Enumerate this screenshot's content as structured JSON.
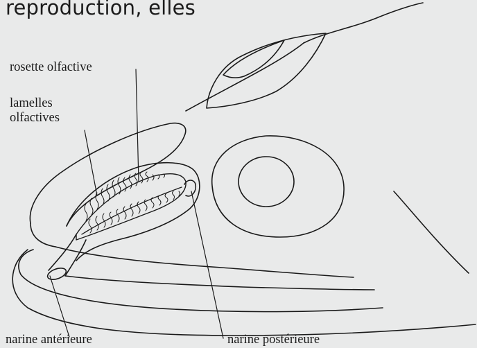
{
  "heading": "reproduction, elles",
  "labels": {
    "rosette": "rosette olfactive",
    "lamelles_line1": "lamelles",
    "lamelles_line2": "olfactives",
    "narine_anterieure": "narine antérieure",
    "narine_posterieure": "narine postérieure"
  },
  "colors": {
    "background": "#e9eaea",
    "ink": "#1a1a1a"
  }
}
